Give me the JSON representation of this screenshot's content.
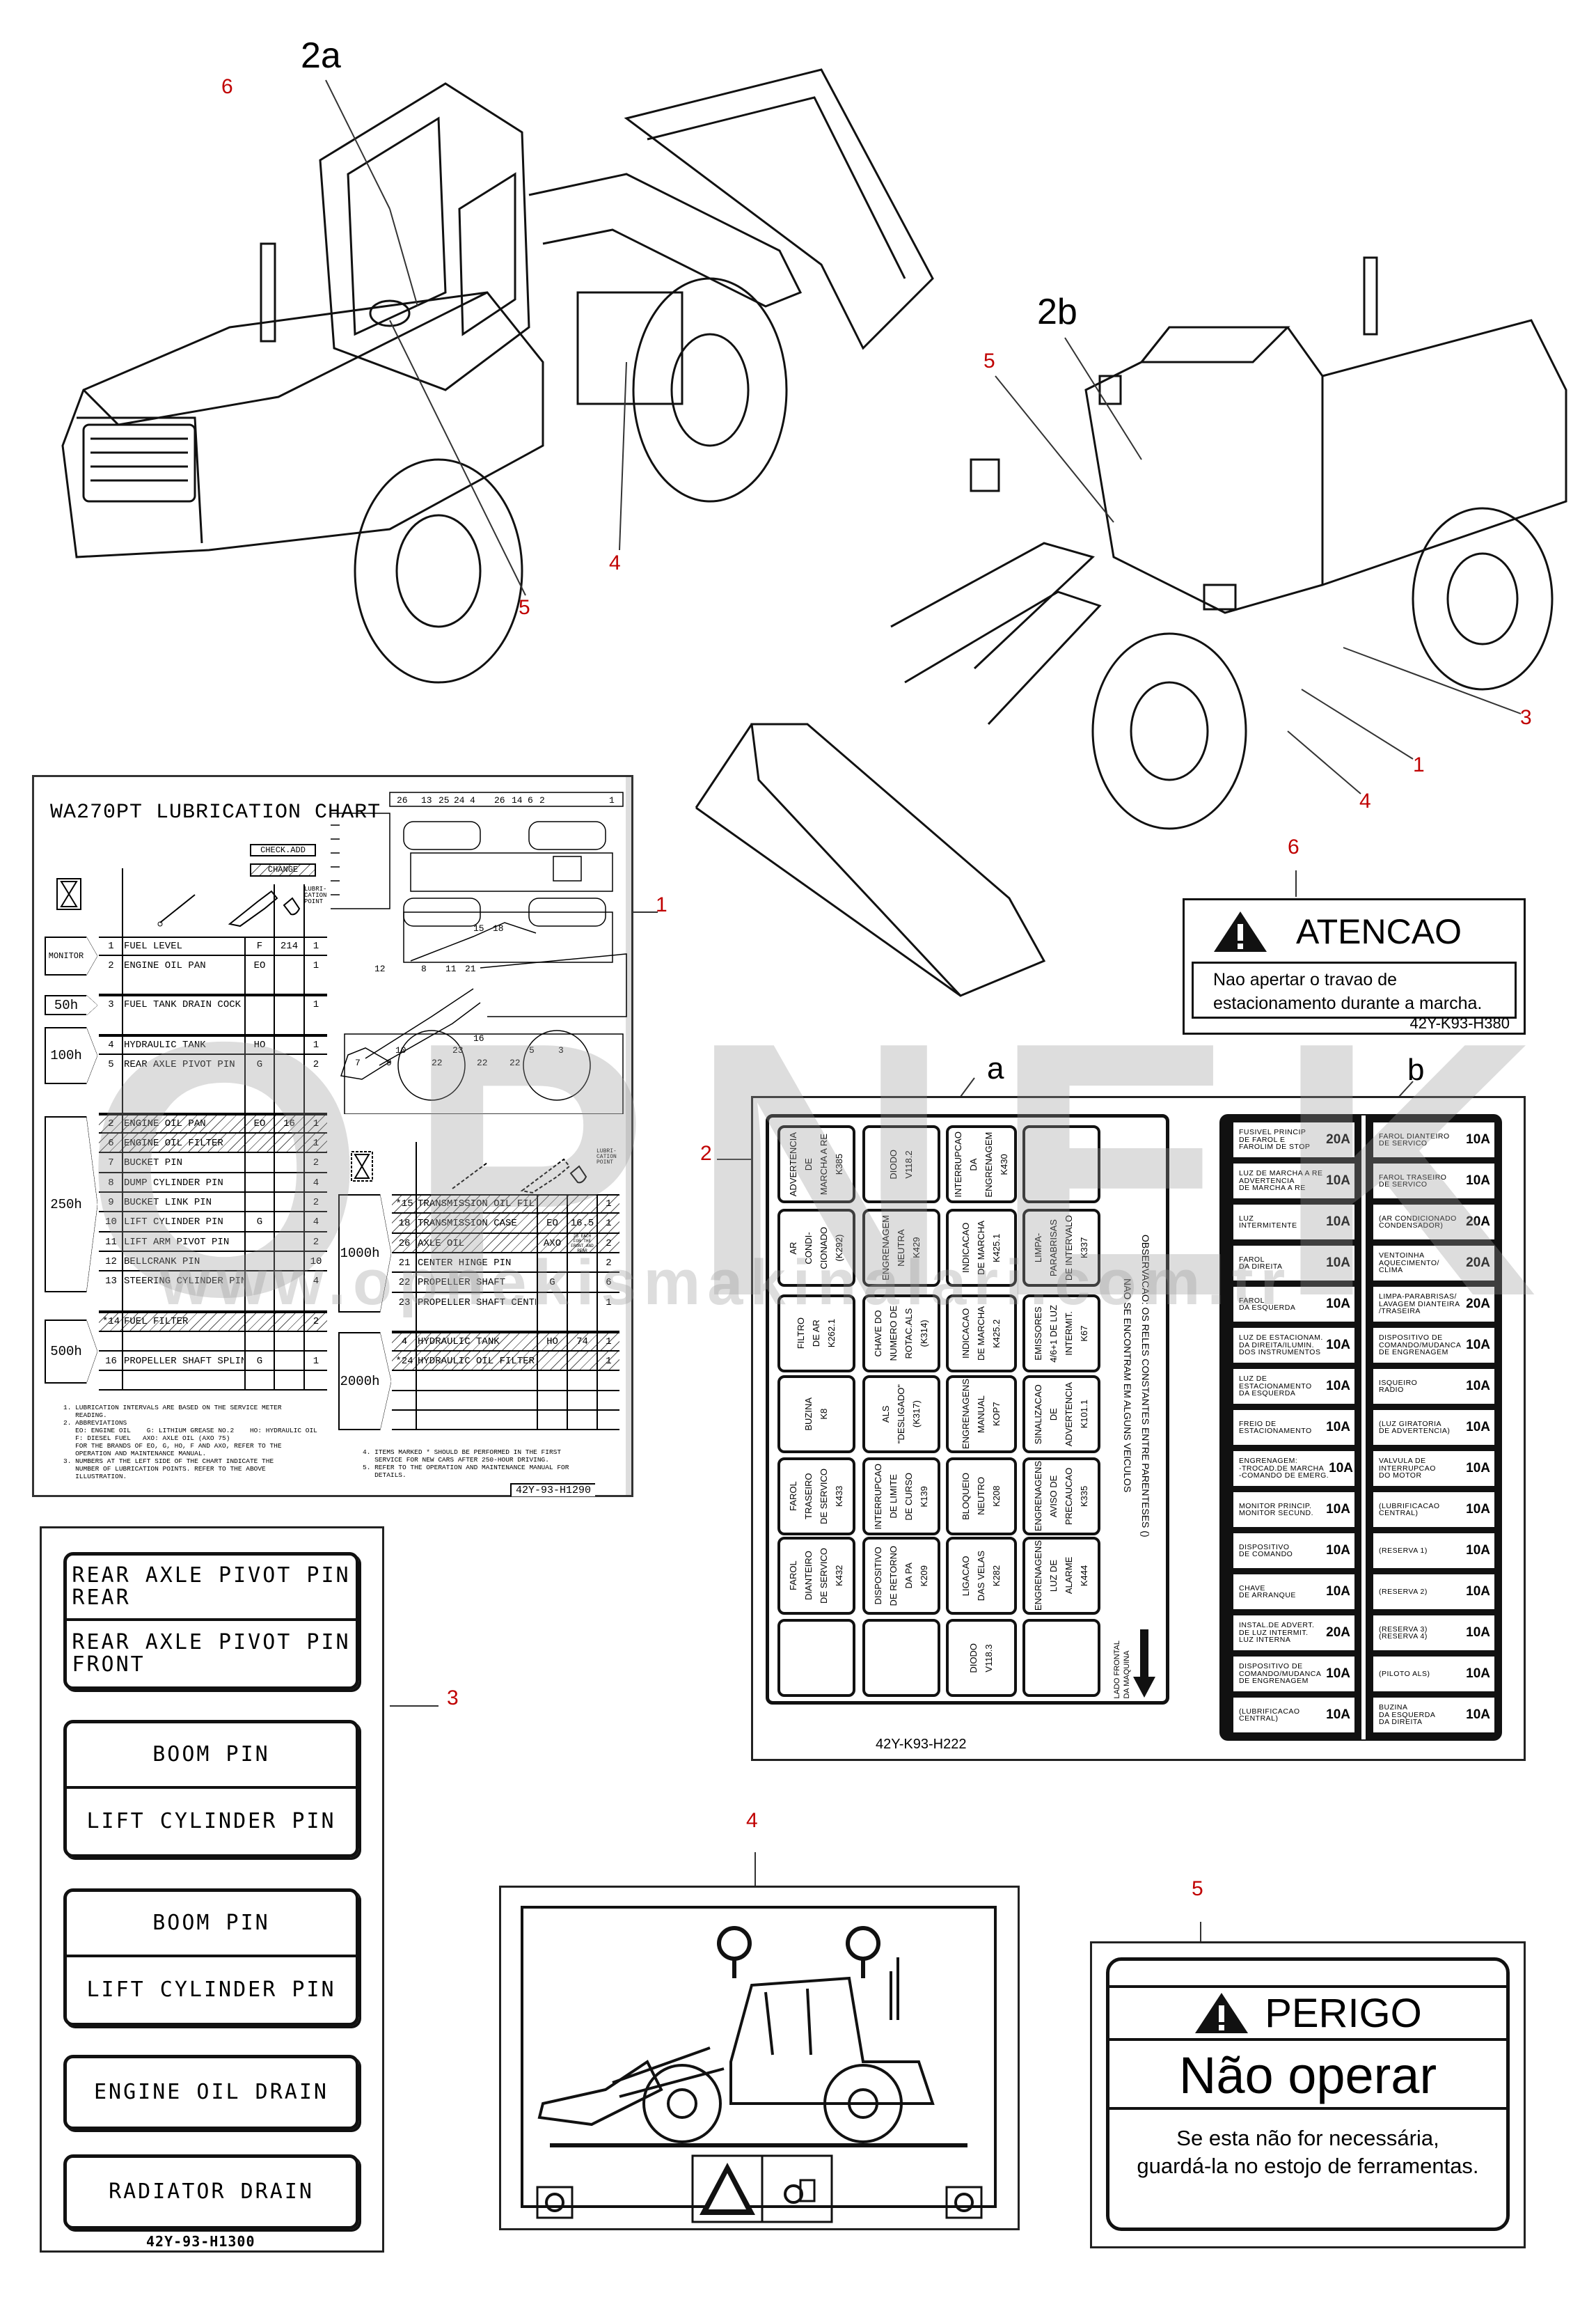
{
  "callouts": {
    "top_left": {
      "label_2a": "2a",
      "label_6": "6",
      "label_4": "4",
      "label_5": "5"
    },
    "top_right": {
      "label_2b": "2b",
      "label_5": "5",
      "label_3": "3",
      "label_1": "1",
      "label_4": "4",
      "label_6": "6"
    },
    "chart_1": "1",
    "panel_2": "2",
    "panel_a": "a",
    "panel_b": "b",
    "pins_3": "3",
    "safety_4": "4",
    "perigo_5": "5"
  },
  "watermark": {
    "brand": "OPNEK",
    "url": "www.opnekismakinalari.com.tr"
  },
  "atencao": {
    "title": "ATENCAO",
    "text_line1": "Nao apertar o travao de",
    "text_line2": "estacionamento durante a marcha.",
    "code": "42Y-K93-H380"
  },
  "lubrication_chart": {
    "title": "WA270PT LUBRICATION CHART",
    "legend_check": "CHECK.ADD",
    "legend_change": "CHANGE",
    "point_header": "LUBRI-\nCATION\nPOINT",
    "diagram_numbers_top": [
      "26",
      "13",
      "25",
      "24",
      "4",
      "26",
      "14",
      "6",
      "2",
      "1",
      "15",
      "18"
    ],
    "diagram_numbers_side": [
      "12",
      "8",
      "11",
      "21",
      "16",
      "10",
      "23",
      "22",
      "22",
      "22",
      "5",
      "3",
      "7",
      "9"
    ],
    "intervals_left": [
      {
        "label": "MONITOR"
      },
      {
        "label": "50h"
      },
      {
        "label": "100h"
      },
      {
        "label": "250h"
      },
      {
        "label": "500h"
      }
    ],
    "intervals_right": [
      {
        "label": "1000h"
      },
      {
        "label": "2000h"
      }
    ],
    "left_rows": [
      {
        "no": "1",
        "item": "FUEL LEVEL",
        "type": "F",
        "qty": "214",
        "points": "1",
        "style": "check"
      },
      {
        "no": "2",
        "item": "ENGINE OIL PAN",
        "type": "EO",
        "qty": "",
        "points": "1",
        "style": "check"
      },
      {
        "no": "3",
        "item": "FUEL TANK DRAIN COCK",
        "type": "",
        "qty": "",
        "points": "1",
        "style": "check"
      },
      {
        "no": "4",
        "item": "HYDRAULIC TANK",
        "type": "HO",
        "qty": "",
        "points": "1",
        "style": "check"
      },
      {
        "no": "5",
        "item": "REAR AXLE PIVOT PIN",
        "type": "G",
        "qty": "",
        "points": "2",
        "style": "check"
      },
      {
        "no": "2",
        "item": "ENGINE OIL PAN",
        "type": "EO",
        "qty": "16",
        "points": "1",
        "style": "change"
      },
      {
        "no": "6",
        "item": "ENGINE OIL FILTER",
        "type": "",
        "qty": "",
        "points": "1",
        "style": "change"
      },
      {
        "no": "7",
        "item": "BUCKET PIN",
        "type": "",
        "qty": "",
        "points": "2",
        "style": "check"
      },
      {
        "no": "8",
        "item": "DUMP CYLINDER PIN",
        "type": "",
        "qty": "",
        "points": "4",
        "style": "check"
      },
      {
        "no": "9",
        "item": "BUCKET LINK PIN",
        "type": "",
        "qty": "",
        "points": "2",
        "style": "check"
      },
      {
        "no": "10",
        "item": "LIFT CYLINDER PIN",
        "type": "G",
        "qty": "",
        "points": "4",
        "style": "check"
      },
      {
        "no": "11",
        "item": "LIFT ARM PIVOT PIN",
        "type": "",
        "qty": "",
        "points": "2",
        "style": "check"
      },
      {
        "no": "12",
        "item": "BELLCRANK PIN",
        "type": "",
        "qty": "",
        "points": "10",
        "style": "check"
      },
      {
        "no": "13",
        "item": "STEERING CYLINDER PIN",
        "type": "",
        "qty": "",
        "points": "4",
        "style": "check"
      },
      {
        "no": "*14",
        "item": "FUEL FILTER",
        "type": "",
        "qty": "",
        "points": "2",
        "style": "change"
      },
      {
        "no": "",
        "item": "",
        "type": "",
        "qty": "",
        "points": "",
        "style": "blank"
      },
      {
        "no": "16",
        "item": "PROPELLER SHAFT SPLINE",
        "type": "G",
        "qty": "",
        "points": "1",
        "style": "check"
      },
      {
        "no": "",
        "item": "",
        "type": "",
        "qty": "",
        "points": "",
        "style": "blank"
      }
    ],
    "right_rows": [
      {
        "no": "*15",
        "item": "TRANSMISSION OIL FILTER",
        "type": "",
        "qty": "",
        "points": "1",
        "style": "change"
      },
      {
        "no": "18",
        "item": "TRANSMISSION CASE",
        "type": "EO",
        "qty": "16.5",
        "points": "1",
        "style": "change"
      },
      {
        "no": "26",
        "item": "AXLE OIL",
        "type": "AXO",
        "qty": "25 EACH FOR THE FRONT AND REAR",
        "points": "2",
        "style": "change"
      },
      {
        "no": "21",
        "item": "CENTER HINGE PIN",
        "type": "",
        "qty": "",
        "points": "2",
        "style": "check"
      },
      {
        "no": "22",
        "item": "PROPELLER SHAFT",
        "type": "G",
        "qty": "",
        "points": "6",
        "style": "check"
      },
      {
        "no": "23",
        "item": "PROPELLER SHAFT CENTER SUPPORT",
        "type": "",
        "qty": "",
        "points": "1",
        "style": "check"
      },
      {
        "no": "4",
        "item": "HYDRAULIC TANK",
        "type": "HO",
        "qty": "74",
        "points": "1",
        "style": "change"
      },
      {
        "no": "*24",
        "item": "HYDRAULIC OIL FILTER",
        "type": "",
        "qty": "",
        "points": "1",
        "style": "change"
      },
      {
        "no": "",
        "item": "",
        "type": "",
        "qty": "",
        "points": "",
        "style": "blank"
      },
      {
        "no": "",
        "item": "",
        "type": "",
        "qty": "",
        "points": "",
        "style": "blank"
      },
      {
        "no": "",
        "item": "",
        "type": "",
        "qty": "",
        "points": "",
        "style": "blank"
      }
    ],
    "notes_left": "1. LUBRICATION INTERVALS ARE BASED ON THE SERVICE METER\n   READING.\n2. ABBREVIATIONS\n   EO: ENGINE OIL    G: LITHIUM GREASE NO.2    HO: HYDRAULIC OIL\n   F: DIESEL FUEL   AXO: AXLE OIL (AXO 75)\n   FOR THE BRANDS OF EO, G, HO, F AND AXO, REFER TO THE\n   OPERATION AND MAINTENANCE MANUAL.\n3. NUMBERS AT THE LEFT SIDE OF THE CHART INDICATE THE\n   NUMBER OF LUBRICATION POINTS. REFER TO THE ABOVE\n   ILLUSTRATION.",
    "notes_right": "4. ITEMS MARKED * SHOULD BE PERFORMED IN THE FIRST\n   SERVICE FOR NEW CARS AFTER 250-HOUR DRIVING.\n5. REFER TO THE OPERATION AND MAINTENANCE MANUAL FOR\n   DETAILS.",
    "code": "42Y-93-H1290"
  },
  "fuse_panel": {
    "relays": [
      [
        "ADVERTENCIA\nDE\nMARCHA A RE\nK385",
        "AR\nCONDI-\nCIONADO\n(K292)",
        "FILTRO\nDE AR\nK262.1",
        "BUZINA\nK8",
        "FAROL\nTRASEIRO\nDE SERVICO\nK433",
        "FAROL\nDIANTEIRO\nDE SERVICO\nK432",
        ""
      ],
      [
        "DIODO\nV118.2",
        "ENGRENAGEM\nNEUTRA\nK429",
        "CHAVE DO\nNUMERO DE\nROTAC.ALS\n(K314)",
        "ALS\n\"DESLIGADO\"\n(K317)",
        "INTERRUPCAO\nDE LIMITE\nDE CURSO\nK139",
        "DISPOSITIVO\nDE RETORNO\nDA PA\nK209",
        ""
      ],
      [
        "INTERRUPCAO\nDA\nENGRENAGEM\nK430",
        "INDICACAO\nDE MARCHA\nK425.1",
        "INDICACAO\nDE MARCHA\nK425.2",
        "ENGRENAGENS\nMANUAL\nKOP7",
        "BLOQUEIO\nNEUTRO\nK208",
        "LIGACAO\nDAS VELAS\nK282",
        "DIODO\nV118.3"
      ],
      [
        "",
        "LIMPA-\nPARABRISAS\nDE INTERVALO\nK337",
        "EMISSORES\n4/6+1 DE LUZ\nINTERMIT.\nK67",
        "SINALIZACAO\nDE\nADVERTENCIA\nK101.1",
        "ENGRENAGENS\nAVISO DE\nPRECAUCAO\nK335",
        "ENGRENAGENS\nLUZ DE\nALARME\nK444",
        ""
      ]
    ],
    "observation": "OBSERVACAO: OS RELES CONSTANTES ENTRE PARENTESES ()\nNAO SE ENCONTRAM EM ALGUNS VEICULOS",
    "front_side": "LADO FRONTAL\nDA MAQUINA",
    "fuses_left": [
      {
        "label": "FUSIVEL PRINCIP\nDE FAROL E\nFAROLIM DE STOP",
        "amp": "20A"
      },
      {
        "label": "LUZ DE MARCHA A RE\nADVERTENCIA\nDE MARCHA A RE",
        "amp": "10A"
      },
      {
        "label": "LUZ\nINTERMITENTE",
        "amp": "10A"
      },
      {
        "label": "FAROL\nDA DIREITA",
        "amp": "10A"
      },
      {
        "label": "FAROL\nDA ESQUERDA",
        "amp": "10A"
      },
      {
        "label": "LUZ DE ESTACIONAM.\nDA DIREITA/ILUMIN.\nDOS INSTRUMENTOS",
        "amp": "10A"
      },
      {
        "label": "LUZ DE\nESTACIONAMENTO\nDA ESQUERDA",
        "amp": "10A"
      },
      {
        "label": "FREIO DE\nESTACIONAMENTO",
        "amp": "10A"
      },
      {
        "label": "ENGRENAGEM:\n-TROCAD.DE MARCHA\n-COMANDO DE EMERG.",
        "amp": "10A"
      },
      {
        "label": "MONITOR PRINCIP.\nMONITOR SECUND.",
        "amp": "10A"
      },
      {
        "label": "DISPOSITIVO\nDE COMANDO",
        "amp": "10A"
      },
      {
        "label": "CHAVE\nDE ARRANQUE",
        "amp": "10A"
      },
      {
        "label": "INSTAL.DE ADVERT.\nDE LUZ INTERMIT.\nLUZ INTERNA",
        "amp": "20A"
      },
      {
        "label": "DISPOSITIVO DE\nCOMANDO/MUDANCA\nDE ENGRENAGEM",
        "amp": "10A"
      },
      {
        "label": "(LUBRIFICACAO\nCENTRAL)",
        "amp": "10A"
      }
    ],
    "fuses_right": [
      {
        "label": "FAROL DIANTEIRO\nDE SERVICO",
        "amp": "10A"
      },
      {
        "label": "FAROL TRASEIRO\nDE SERVICO",
        "amp": "10A"
      },
      {
        "label": "(AR CONDICIONADO\nCONDENSADOR)",
        "amp": "20A"
      },
      {
        "label": "VENTOINHA\nAQUECIMENTO/\nCLIMA",
        "amp": "20A"
      },
      {
        "label": "LIMPA-PARABRISAS/\nLAVAGEM DIANTEIRA\n/TRASEIRA",
        "amp": "20A"
      },
      {
        "label": "DISPOSITIVO DE\nCOMANDO/MUDANCA\nDE ENGRENAGEM",
        "amp": "10A"
      },
      {
        "label": "ISQUEIRO\nRADIO",
        "amp": "10A"
      },
      {
        "label": "(LUZ GIRATORIA\nDE ADVERTENCIA)",
        "amp": "10A"
      },
      {
        "label": "VALVULA DE\nINTERRUPCAO\nDO MOTOR",
        "amp": "10A"
      },
      {
        "label": "(LUBRIFICACAO\nCENTRAL)",
        "amp": "10A"
      },
      {
        "label": "(RESERVA 1)",
        "amp": "10A"
      },
      {
        "label": "(RESERVA 2)",
        "amp": "10A"
      },
      {
        "label": "(RESERVA 3)\n(RESERVA 4)",
        "amp": "10A"
      },
      {
        "label": "(PILOTO ALS)",
        "amp": "10A"
      },
      {
        "label": "BUZINA\nDA ESQUERDA\nDA DIREITA",
        "amp": "10A"
      }
    ],
    "code": "42Y-K93-H222"
  },
  "pin_plates": {
    "groups": [
      [
        "REAR AXLE PIVOT PIN\nREAR",
        "REAR AXLE PIVOT PIN\nFRONT"
      ],
      [
        "BOOM PIN",
        "LIFT CYLINDER PIN"
      ],
      [
        "BOOM PIN",
        "LIFT CYLINDER PIN"
      ],
      [
        "ENGINE OIL DRAIN"
      ],
      [
        "RADIATOR DRAIN"
      ]
    ],
    "code": "42Y-93-H1300"
  },
  "perigo": {
    "title": "PERIGO",
    "headline": "Não operar",
    "text_line1": "Se esta não for necessária,",
    "text_line2": "guardá-la no estojo de ferramentas."
  }
}
